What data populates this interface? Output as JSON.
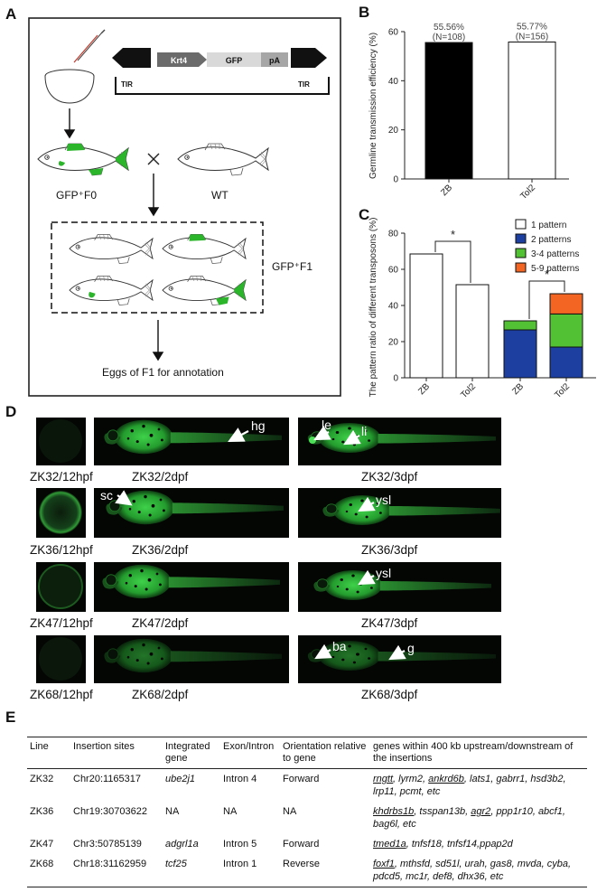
{
  "panel_labels": {
    "a": "A",
    "b": "B",
    "c": "C",
    "d": "D",
    "e": "E"
  },
  "panel_a": {
    "construct": {
      "krt4": "Krt4",
      "gfp": "GFP",
      "pa": "pA",
      "tir_left": "TIR",
      "tir_right": "TIR"
    },
    "cross_symbol": "×",
    "gfp_f0": "GFP⁺F0",
    "wt": "WT",
    "gfp_f1": "GFP⁺F1",
    "bottom_text": "Eggs of F1 for annotation",
    "colors": {
      "green": "#2bb52b",
      "frame": "#222222"
    }
  },
  "chart_data": [
    {
      "type": "bar",
      "panel": "B",
      "ylabel": "Germline transmission efficiency (%)",
      "categories": [
        "ZB",
        "Tol2"
      ],
      "values": [
        55.56,
        55.77
      ],
      "data_labels": [
        "55.56%",
        "55.77%"
      ],
      "n_labels": [
        "(N=108)",
        "(N=156)"
      ],
      "bar_colors": [
        "#000000",
        "#ffffff"
      ],
      "ylim": [
        0,
        60
      ],
      "yticks": [
        "0",
        "20",
        "40",
        "60"
      ]
    },
    {
      "type": "bar",
      "stacked": true,
      "panel": "C",
      "ylabel": "The pattern ratio of different transposons (%)",
      "ylim": [
        0,
        80
      ],
      "yticks": [
        "0",
        "20",
        "40",
        "60",
        "80"
      ],
      "groups": [
        {
          "category": "ZB",
          "segments": [
            {
              "series": "1 pattern",
              "value": 68.5
            }
          ]
        },
        {
          "category": "Tol2",
          "segments": [
            {
              "series": "1 pattern",
              "value": 51.5
            }
          ]
        },
        {
          "category": "ZB",
          "segments": [
            {
              "series": "2 patterns",
              "value": 26.5
            },
            {
              "series": "3-4 patterns",
              "value": 5
            }
          ]
        },
        {
          "category": "Tol2",
          "segments": [
            {
              "series": "2 patterns",
              "value": 17
            },
            {
              "series": "3-4 patterns",
              "value": 18.3
            },
            {
              "series": "5-9 patterns",
              "value": 11.2
            }
          ]
        }
      ],
      "legend": [
        {
          "name": "1 pattern",
          "color": "#ffffff"
        },
        {
          "name": "2 patterns",
          "color": "#1c3fa0"
        },
        {
          "name": "3-4 patterns",
          "color": "#52c234"
        },
        {
          "name": "5-9 patterns",
          "color": "#f26522"
        }
      ],
      "legend_position": "top-right",
      "significance": [
        "*",
        "*"
      ]
    }
  ],
  "panel_d": {
    "rows": [
      {
        "egg_caption": "ZK32/12hpf",
        "mid_caption": "ZK32/2dpf",
        "right_caption": "ZK32/3dpf",
        "mid_annotations": [
          "hg"
        ],
        "right_annotations": [
          "le",
          "li"
        ]
      },
      {
        "egg_caption": "ZK36/12hpf",
        "mid_caption": "ZK36/2dpf",
        "right_caption": "ZK36/3dpf",
        "mid_annotations": [
          "sc"
        ],
        "right_annotations": [
          "ysl"
        ]
      },
      {
        "egg_caption": "ZK47/12hpf",
        "mid_caption": "ZK47/2dpf",
        "right_caption": "ZK47/3dpf",
        "mid_annotations": [],
        "right_annotations": [
          "ysl"
        ]
      },
      {
        "egg_caption": "ZK68/12hpf",
        "mid_caption": "ZK68/2dpf",
        "right_caption": "ZK68/3dpf",
        "mid_annotations": [],
        "right_annotations": [
          "ba",
          "g"
        ]
      }
    ]
  },
  "table": {
    "headers": [
      "Line",
      "Insertion sites",
      "Integrated gene",
      "Exon/Intron",
      "Orientation relative to gene",
      "genes within 400 kb upstream/downstream of the insertions"
    ],
    "rows": [
      {
        "line": "ZK32",
        "site": "Chr20:1165317",
        "gene": "ube2j1",
        "exon": "Intron 4",
        "orientation": "Forward",
        "nearby": "rngtt, lyrm2, ankrd6b, lats1, gabrr1, hsd3b2, lrp11, pcmt, etc"
      },
      {
        "line": "ZK36",
        "site": "Chr19:30703622",
        "gene": "NA",
        "exon": "NA",
        "orientation": "NA",
        "nearby": "khdrbs1b, tsspan13b, agr2, ppp1r10, abcf1, bag6l, etc"
      },
      {
        "line": "ZK47",
        "site": "Chr3:50785139",
        "gene": "adgrl1a",
        "exon": "Intron 5",
        "orientation": "Forward",
        "nearby": "tmed1a, tnfsf18, tnfsf14,ppap2d"
      },
      {
        "line": "ZK68",
        "site": "Chr18:31162959",
        "gene": "tcf25",
        "exon": "Intron 1",
        "orientation": "Reverse",
        "nearby": "foxf1, mthsfd, sd51l, urah, gas8, mvda, cyba, pdcd5, mc1r, def8, dhx36, etc"
      }
    ],
    "underlined_genes": [
      "rngtt",
      "ankrd6b",
      "khdrbs1b",
      "agr2",
      "tmed1a",
      "foxf1"
    ]
  }
}
